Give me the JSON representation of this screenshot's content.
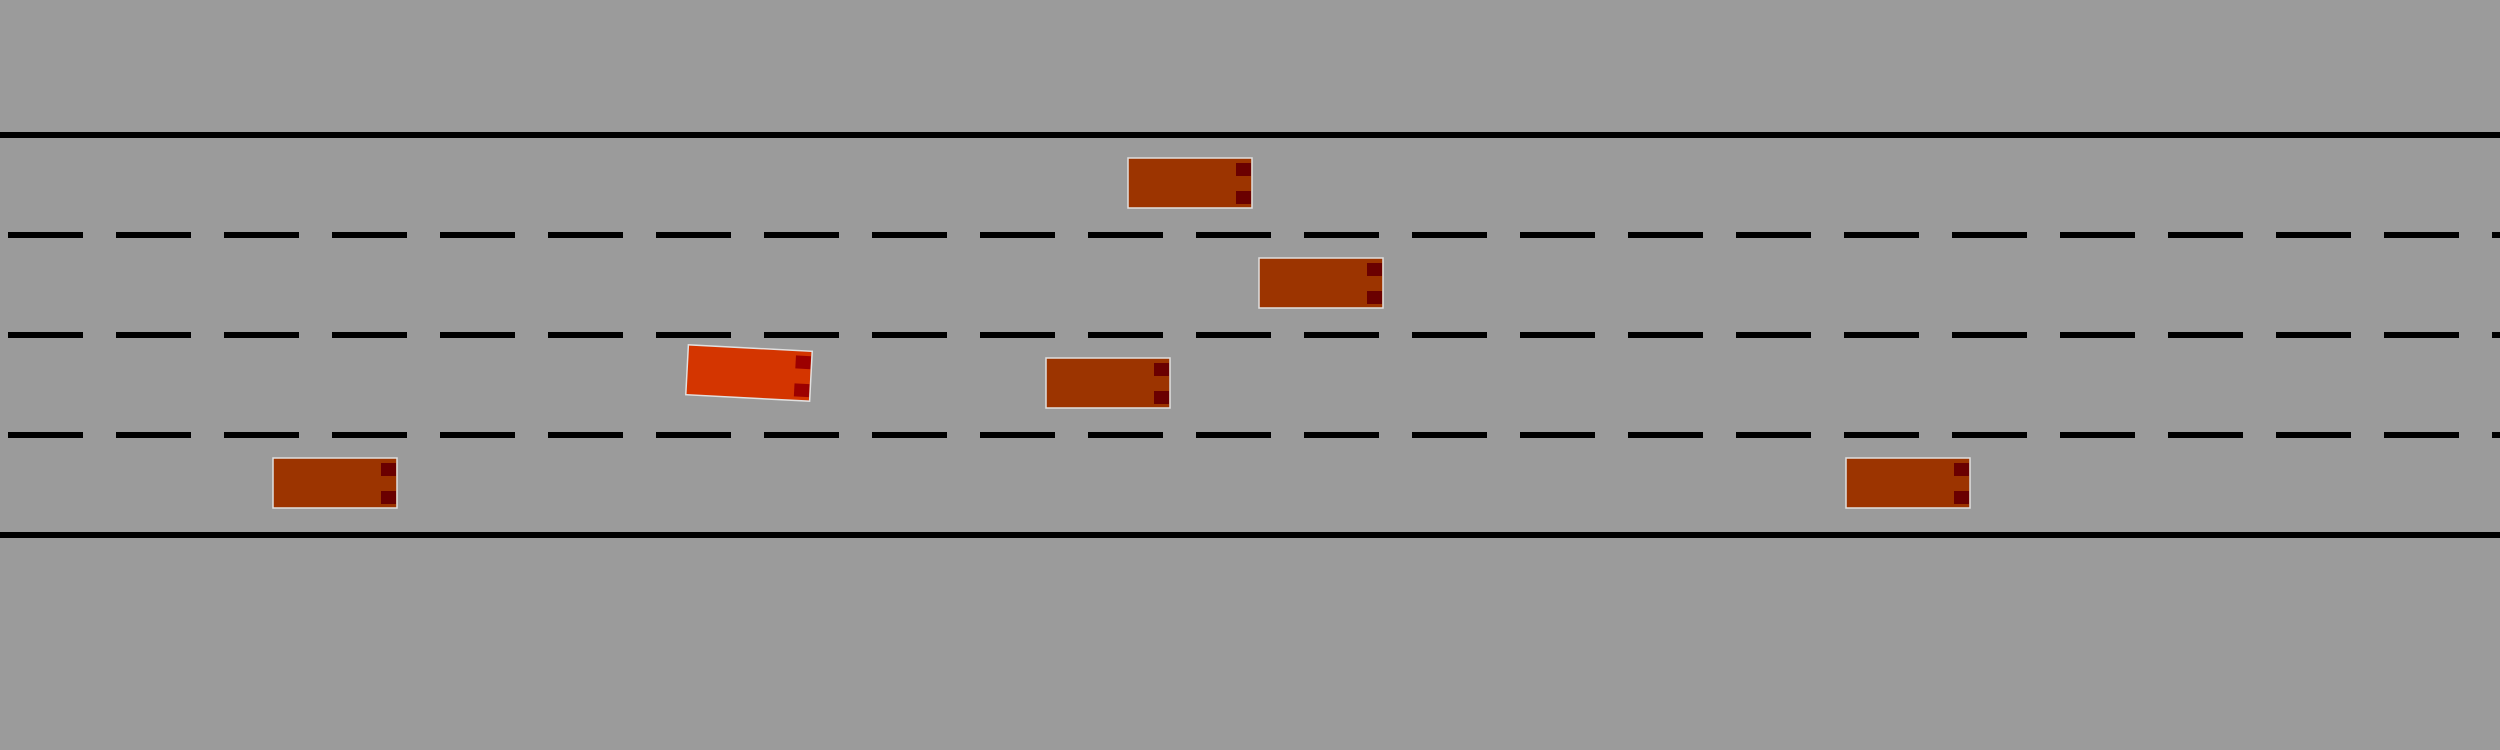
{
  "colors": {
    "background": "#9b9b9b",
    "road_line": "#000000",
    "ego_vehicle": "#d43500",
    "other_vehicle": "#9c3400",
    "vehicle_light": "#6a0000",
    "vehicle_outline": "#e0e0e0"
  },
  "road": {
    "lanes": 4,
    "boundaries": [
      "solid",
      "dashed",
      "dashed",
      "dashed",
      "solid"
    ]
  },
  "vehicles": [
    {
      "id": "ego-vehicle",
      "type": "ego",
      "lane": 3,
      "heading": "right",
      "label": ""
    },
    {
      "id": "vehicle-1",
      "type": "other",
      "lane": 1,
      "heading": "right",
      "label": ""
    },
    {
      "id": "vehicle-2",
      "type": "other",
      "lane": 2,
      "heading": "right",
      "label": ""
    },
    {
      "id": "vehicle-3",
      "type": "other",
      "lane": 3,
      "heading": "right",
      "label": ""
    },
    {
      "id": "vehicle-4",
      "type": "other",
      "lane": 4,
      "heading": "right",
      "label": ""
    },
    {
      "id": "vehicle-5",
      "type": "other",
      "lane": 4,
      "heading": "right",
      "label": ""
    }
  ]
}
